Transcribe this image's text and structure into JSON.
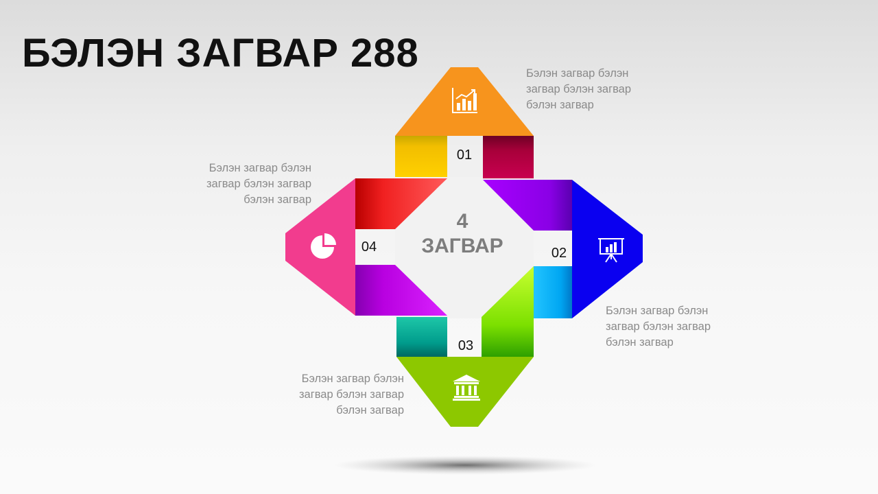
{
  "title": "БЭЛЭН ЗАГВАР 288",
  "center": {
    "number": "4",
    "label": "ЗАГВАР"
  },
  "steps": [
    {
      "number": "01",
      "icon": "bar-chart-icon",
      "color": "#F7941D",
      "lines": [
        "Бэлэн загвар бэлэн",
        "загвар бэлэн загвар",
        "бэлэн загвар"
      ]
    },
    {
      "number": "02",
      "icon": "presentation-board-icon",
      "color": "#0A00F0",
      "lines": [
        "Бэлэн загвар бэлэн",
        "загвар бэлэн загвар",
        "бэлэн загвар"
      ]
    },
    {
      "number": "03",
      "icon": "bank-building-icon",
      "color": "#8DC800",
      "lines": [
        "Бэлэн загвар бэлэн",
        "загвар бэлэн загвар",
        "бэлэн загвар"
      ]
    },
    {
      "number": "04",
      "icon": "pie-chart-icon",
      "color": "#F23C8E",
      "lines": [
        "Бэлэн загвар бэлэн",
        "загвар бэлэн загвар",
        "бэлэн загвар"
      ]
    }
  ]
}
